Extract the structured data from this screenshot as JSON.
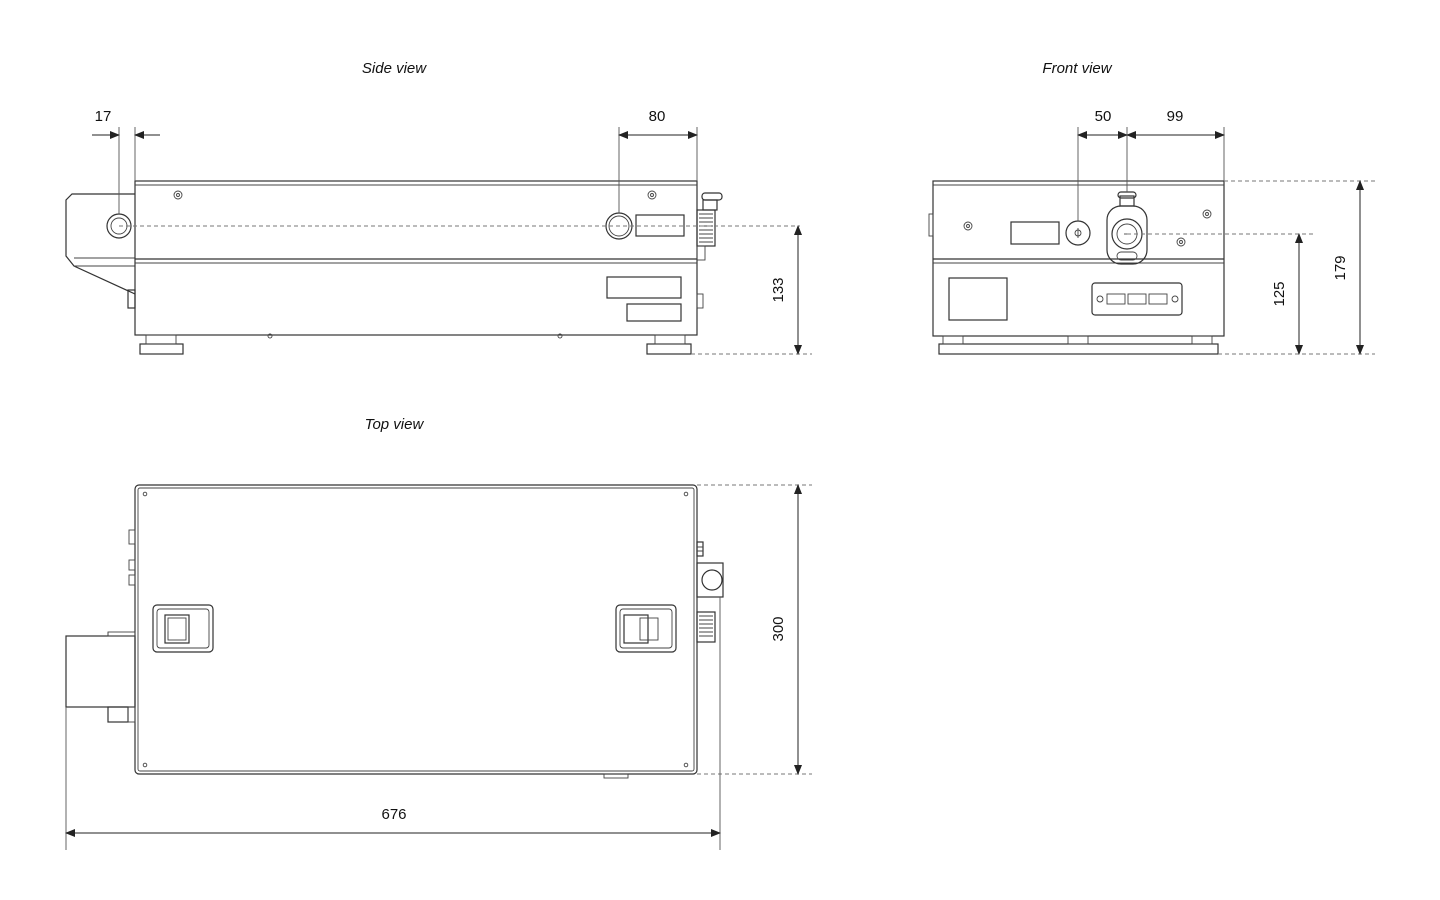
{
  "views": {
    "side": {
      "title": "Side view"
    },
    "front": {
      "title": "Front view"
    },
    "top": {
      "title": "Top view"
    }
  },
  "dimensions": {
    "side_left_offset": "17",
    "side_right_port": "80",
    "side_height_axis": "133",
    "front_port_offset": "50",
    "front_port_to_edge": "99",
    "front_axis_height": "125",
    "front_total_height": "179",
    "top_width": "300",
    "top_length": "676"
  }
}
